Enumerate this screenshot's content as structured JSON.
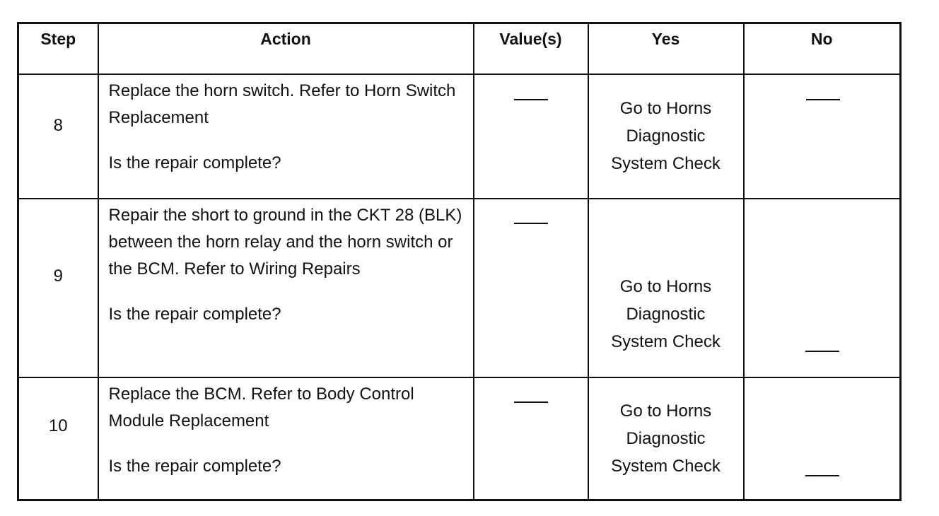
{
  "table": {
    "headers": {
      "step": "Step",
      "action": "Action",
      "values": "Value(s)",
      "yes": "Yes",
      "no": "No"
    },
    "rows": [
      {
        "step": "8",
        "action": "Replace the horn switch. Refer to Horn Switch Replacement",
        "question": "Is the repair complete?",
        "value": "—",
        "yes": "Go to Horns Diagnostic System Check",
        "no": "—"
      },
      {
        "step": "9",
        "action": "Repair the short to ground in the CKT 28 (BLK) between the horn relay and the horn switch or the BCM. Refer to Wiring Repairs",
        "question": "Is the repair complete?",
        "value": "—",
        "yes": "Go to Horns Diagnostic System Check",
        "no": "—"
      },
      {
        "step": "10",
        "action": "Replace the BCM. Refer to Body Control Module Replacement",
        "question": "Is the repair complete?",
        "value": "—",
        "yes": "Go to Horns Diagnostic System Check",
        "no": "—"
      }
    ]
  }
}
